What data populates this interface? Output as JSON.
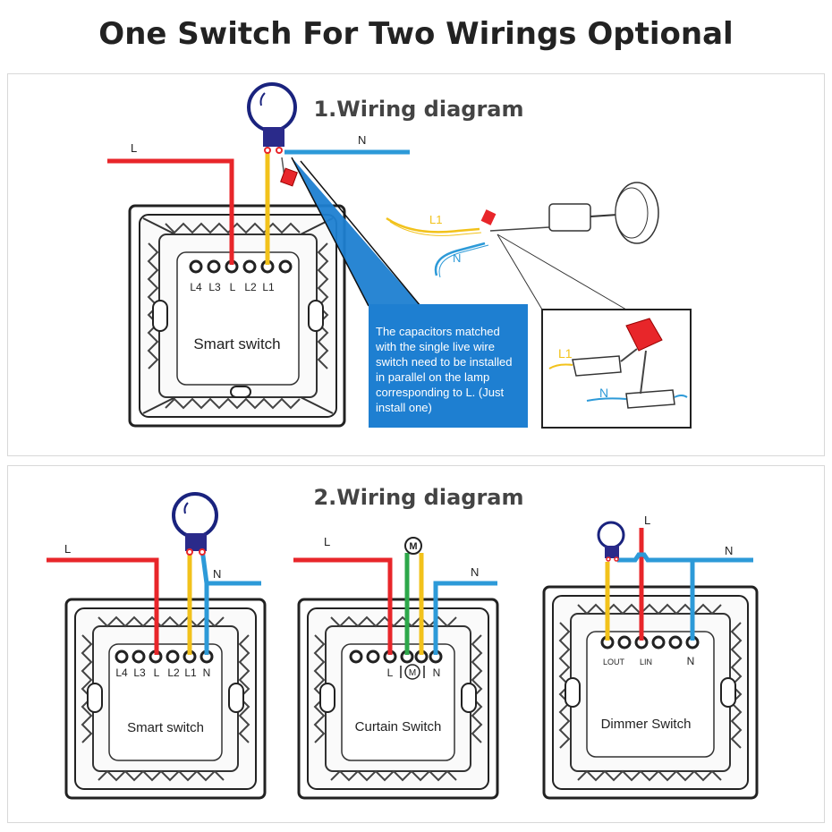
{
  "page_title": "One Switch For Two Wirings Optional",
  "section1": {
    "heading": "1.Wiring diagram",
    "live_label": "L",
    "neutral_label": "N",
    "terminals": [
      "L4",
      "L3",
      "L",
      "L2",
      "L1"
    ],
    "switch_label": "Smart switch",
    "note": "The capacitors matched with the single live wire switch need to be installed in parallel on the lamp corresponding to L. (Just install one)",
    "cap_l1_label": "L1",
    "cap_n_label": "N",
    "zoom_l1_label": "L1",
    "zoom_n_label": "N"
  },
  "section2": {
    "heading": "2.Wiring diagram",
    "smart": {
      "live_label": "L",
      "neutral_label": "N",
      "terminals": [
        "L4",
        "L3",
        "L",
        "L2",
        "L1",
        "N"
      ],
      "switch_label": "Smart switch"
    },
    "curtain": {
      "live_label": "L",
      "neutral_label": "N",
      "motor_symbol": "M",
      "terminal_l": "L",
      "terminal_n": "N",
      "switch_label": "Curtain Switch"
    },
    "dimmer": {
      "live_label": "L",
      "neutral_label": "N",
      "terminal_lout": "LOUT",
      "terminal_lin": "LIN",
      "terminal_n": "N",
      "switch_label": "Dimmer Switch"
    }
  },
  "colors": {
    "live": "#e8262a",
    "neutral": "#2d9ad8",
    "load": "#f2c21b",
    "motor_wire": "#2da84a",
    "note_bg": "#1e7fd1"
  }
}
